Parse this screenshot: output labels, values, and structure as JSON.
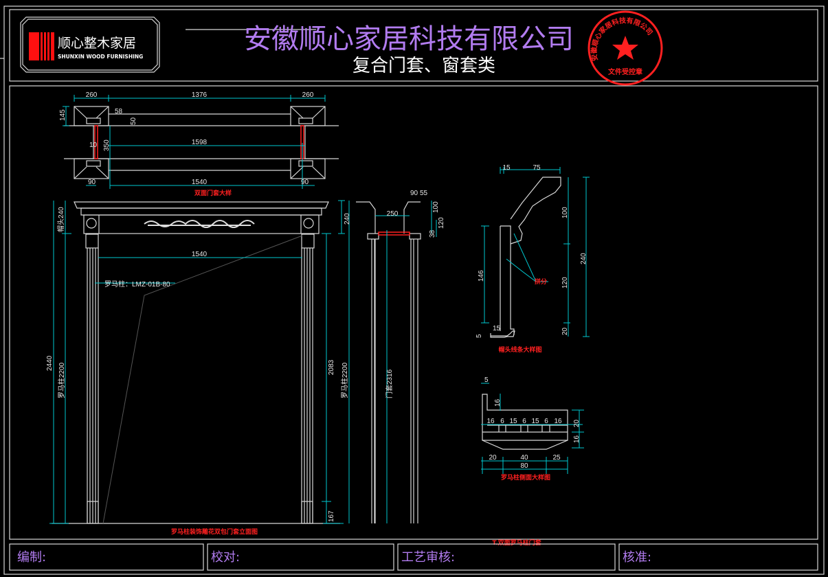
{
  "header": {
    "logo_cn": "顺心整木家居",
    "logo_en": "SHUNXIN WOOD FURNISHING",
    "company": "安徽顺心家居科技有限公司",
    "category": "复合门套、窗套类",
    "stamp": {
      "ring_text": "安徽顺心家居科技有限公司",
      "center_text": "文件受控章",
      "color": "#ff2020"
    }
  },
  "plan": {
    "title": "双面门套大样",
    "dims": [
      "260",
      "1376",
      "260",
      "145",
      "58",
      "50",
      "10",
      "350",
      "1598",
      "90",
      "1540",
      "90"
    ]
  },
  "elevation": {
    "title": "罗马柱装饰雕花双包门套立面图",
    "dims": [
      "帽头240",
      "1540",
      "2440",
      "罗马柱2200",
      "2083",
      "罗马柱2200",
      "167"
    ],
    "note": "罗马柱：LMZ-01B-80"
  },
  "section": {
    "dims": [
      "240",
      "250",
      "90",
      "55",
      "100",
      "120",
      "38",
      "门套2316"
    ]
  },
  "cap_detail": {
    "title": "帽头线条大样图",
    "dims": [
      "15",
      "75",
      "100",
      "240",
      "146",
      "120",
      "20",
      "15",
      "5"
    ],
    "note": "拼分"
  },
  "column_detail": {
    "title": "罗马柱侧面大样图",
    "dims": [
      "5",
      "16",
      "16",
      "6",
      "15",
      "6",
      "15",
      "6",
      "16",
      "20",
      "16",
      "20",
      "40",
      "25",
      "80"
    ]
  },
  "drawing_name": "T.双面罗马柱门套",
  "footer": {
    "cells": [
      "编制:",
      "校对:",
      "工艺审核:",
      "核准:"
    ]
  },
  "colors": {
    "dimension": "#00c8d0",
    "label_red": "#ff2020",
    "title_purple": "#b27cf0"
  }
}
